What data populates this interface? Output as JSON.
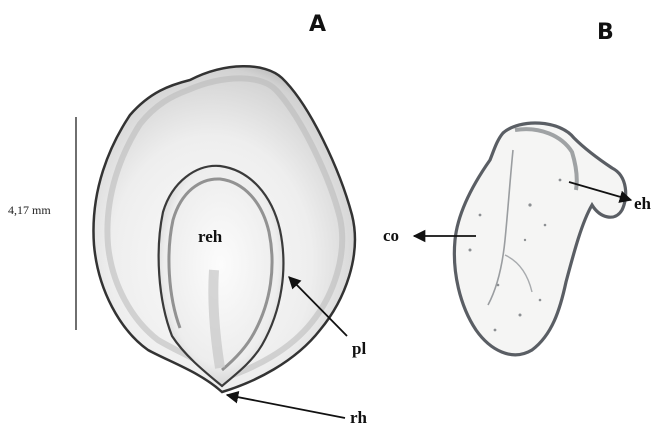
{
  "panels": {
    "a": {
      "letter": "A"
    },
    "b": {
      "letter": "B"
    }
  },
  "scale_bar": {
    "text": "4,17 mm"
  },
  "labels": {
    "reh": "reh",
    "pl": "pl",
    "rh": "rh",
    "co": "co",
    "eh": "eh"
  },
  "colors": {
    "line": "#111111",
    "outline": "#3a3a3a",
    "b_outline": "#5a5e64"
  }
}
